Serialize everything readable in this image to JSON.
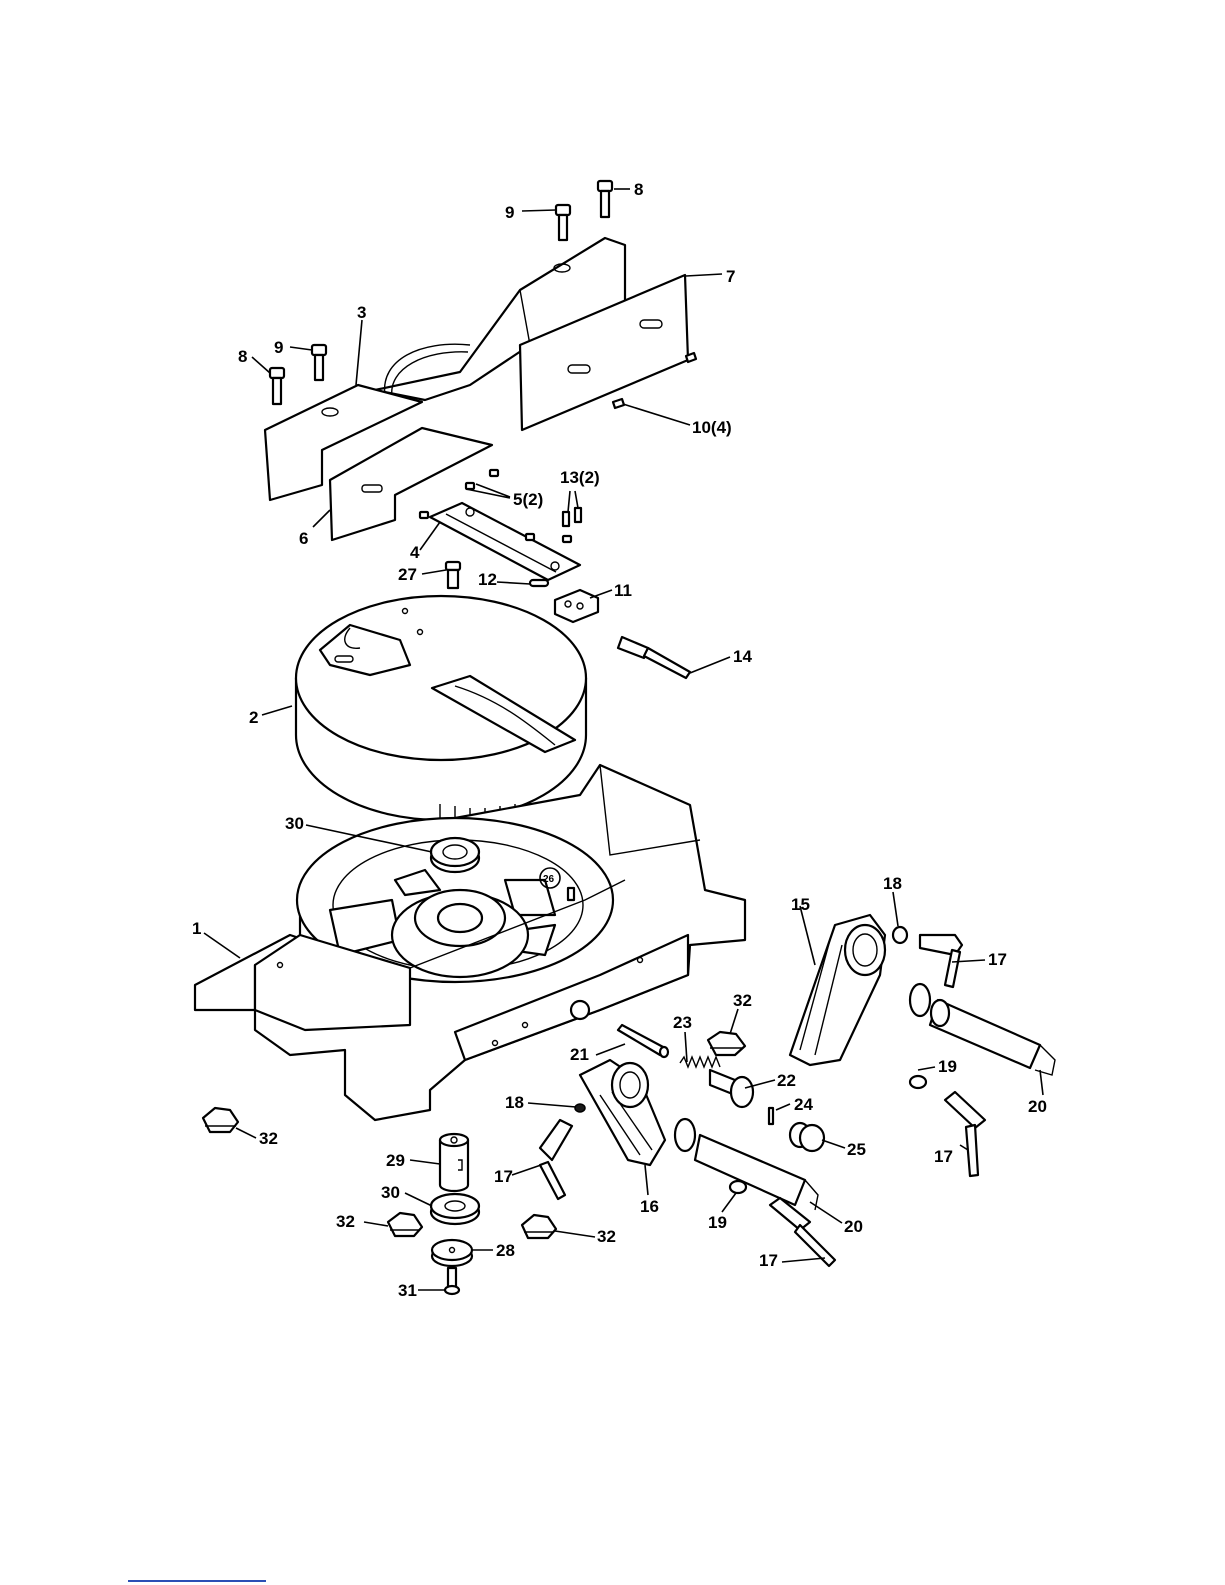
{
  "diagram": {
    "callouts": {
      "c1": "1",
      "c2": "2",
      "c3": "3",
      "c4": "4",
      "c5": "5(2)",
      "c6": "6",
      "c7": "7",
      "c8a": "8",
      "c8b": "8",
      "c9a": "9",
      "c9b": "9",
      "c10": "10(4)",
      "c11": "11",
      "c12": "12",
      "c13": "13(2)",
      "c14": "14",
      "c15": "15",
      "c16": "16",
      "c17a": "17",
      "c17b": "17",
      "c17c": "17",
      "c18a": "18",
      "c18b": "18",
      "c19a": "19",
      "c19b": "19",
      "c20a": "20",
      "c20b": "20",
      "c21": "21",
      "c22": "22",
      "c23": "23",
      "c24": "24",
      "c25": "25",
      "c26": "26",
      "c27": "27",
      "c28": "28",
      "c29": "29",
      "c30a": "30",
      "c30b": "30",
      "c31": "31",
      "c32a": "32",
      "c32b": "32",
      "c32c": "32",
      "c32d": "32"
    }
  },
  "colors": {
    "line": "#000000",
    "background": "#ffffff",
    "footer_rule": "#2b4fb5"
  }
}
